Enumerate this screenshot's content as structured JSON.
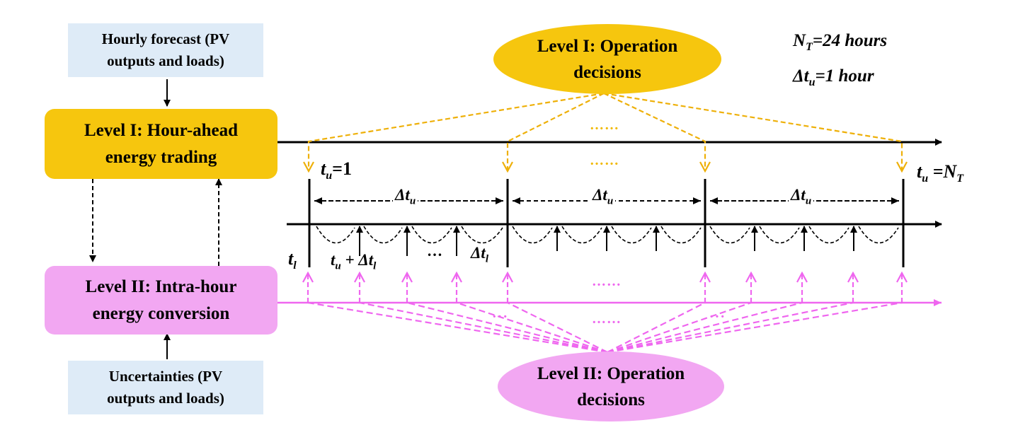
{
  "colors": {
    "level1": "#f6c60e",
    "level2": "#f2a7f2",
    "level1_arrow": "#eeb009",
    "level2_arrow": "#ef66ef",
    "input_box": "#deebf7"
  },
  "inputs": {
    "forecast_line1": "Hourly forecast (PV",
    "forecast_line2": "outputs and loads)",
    "uncertainty_line1": "Uncertainties (PV",
    "uncertainty_line2": "outputs and loads)"
  },
  "levels": {
    "level1_line1": "Level I: Hour-ahead",
    "level1_line2": "energy trading",
    "level2_line1": "Level II: Intra-hour",
    "level2_line2": "energy conversion"
  },
  "decisions": {
    "level1_line1": "Level I: Operation",
    "level1_line2": "decisions",
    "level2_line1": "Level II: Operation",
    "level2_line2": "decisions"
  },
  "params": {
    "nt_sym": "N",
    "nt_sub": "T",
    "nt_rest": "=24 hours",
    "dtu_sym": "Δt",
    "dtu_sub": "u",
    "dtu_rest": "=1 hour"
  },
  "timeline": {
    "tu1_sym": "t",
    "tu1_sub": "u",
    "tu1_rest": "=1",
    "tuN_sym": "t",
    "tuN_sub": "u",
    "tuN_eq": " =N",
    "tuN_sub2": "T",
    "delta_sym": "Δt",
    "delta_sub": "u",
    "tl_sym": "t",
    "tl_sub": "l",
    "tudl_a": "t",
    "tudl_a_sub": "u",
    "tudl_plus": " + Δt",
    "tudl_sub": "l",
    "dtl_sym": "Δt",
    "dtl_sub": "l",
    "ellipsis_short": "…",
    "ellipsis_long": "……",
    "ellipsis_mid": "···"
  }
}
